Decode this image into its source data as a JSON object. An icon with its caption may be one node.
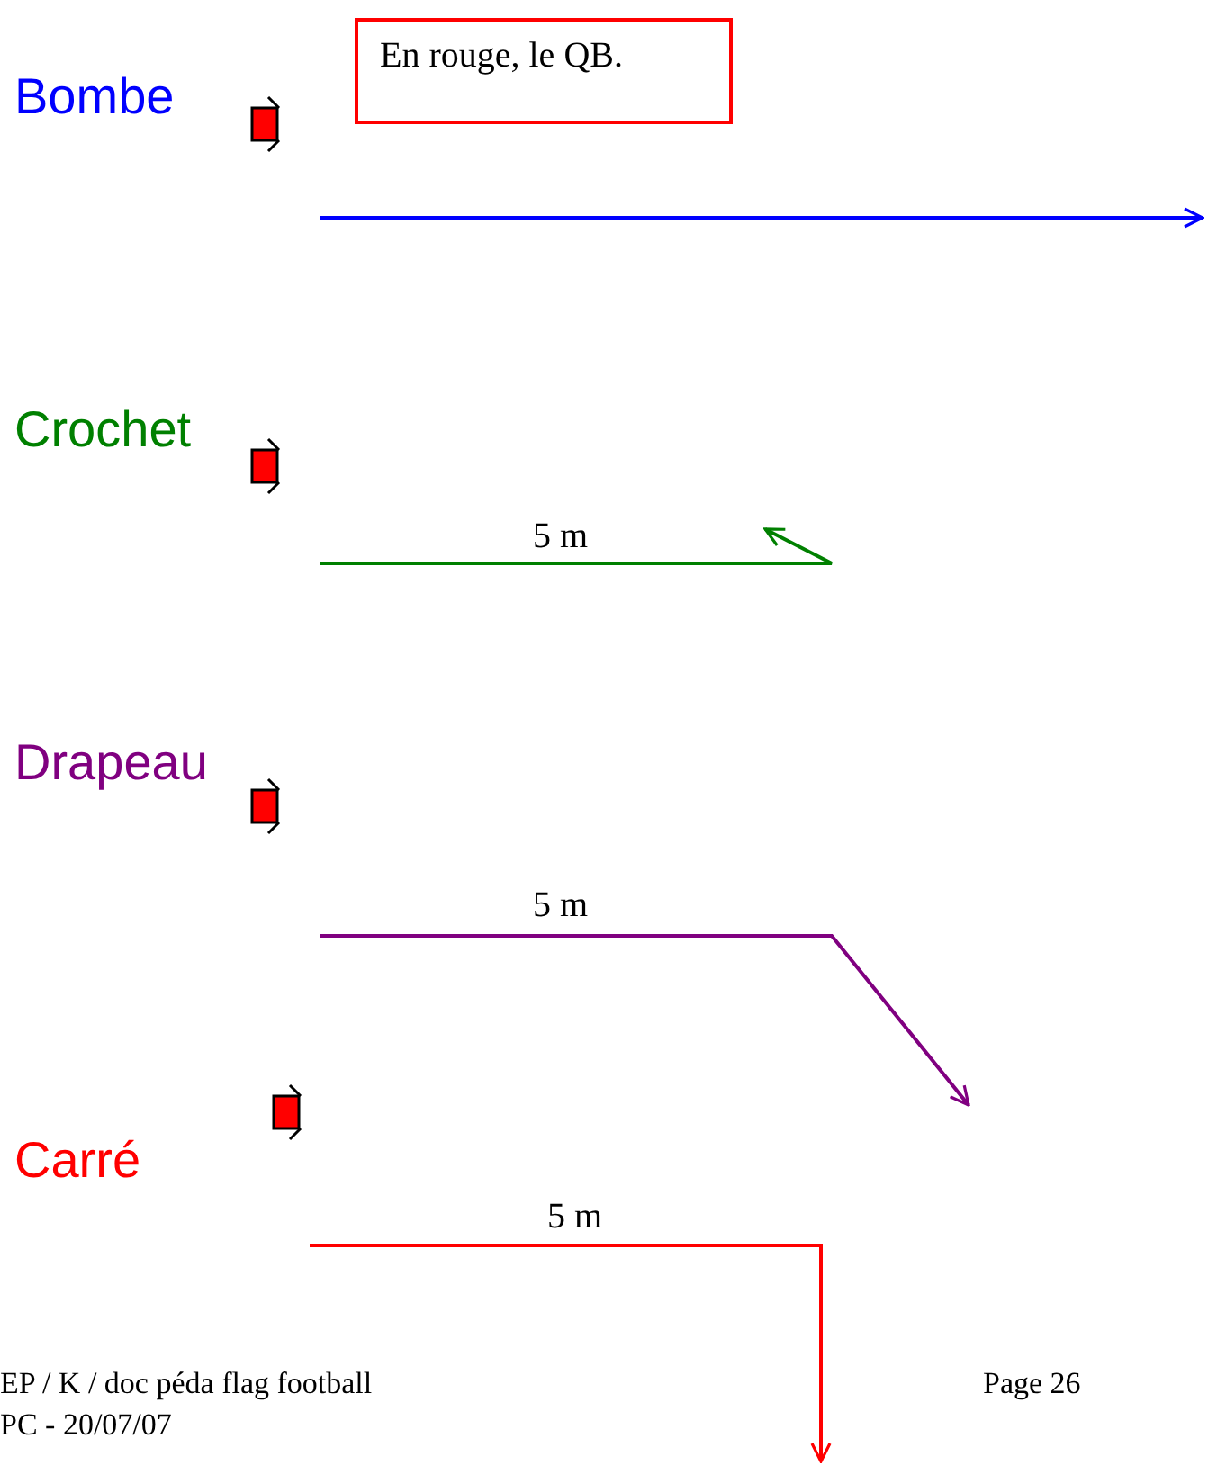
{
  "diagram": {
    "nodes": [
      {
        "text": [
          "En rouge, le QB."
        ]
      }
    ],
    "labels": [
      "Bombe",
      "Crochet",
      "5 m",
      "Drapeau",
      "5 m",
      "Carré",
      "5 m",
      "EP / K / doc péda flag football",
      "Page 26",
      "PC - 20/07/07"
    ]
  }
}
